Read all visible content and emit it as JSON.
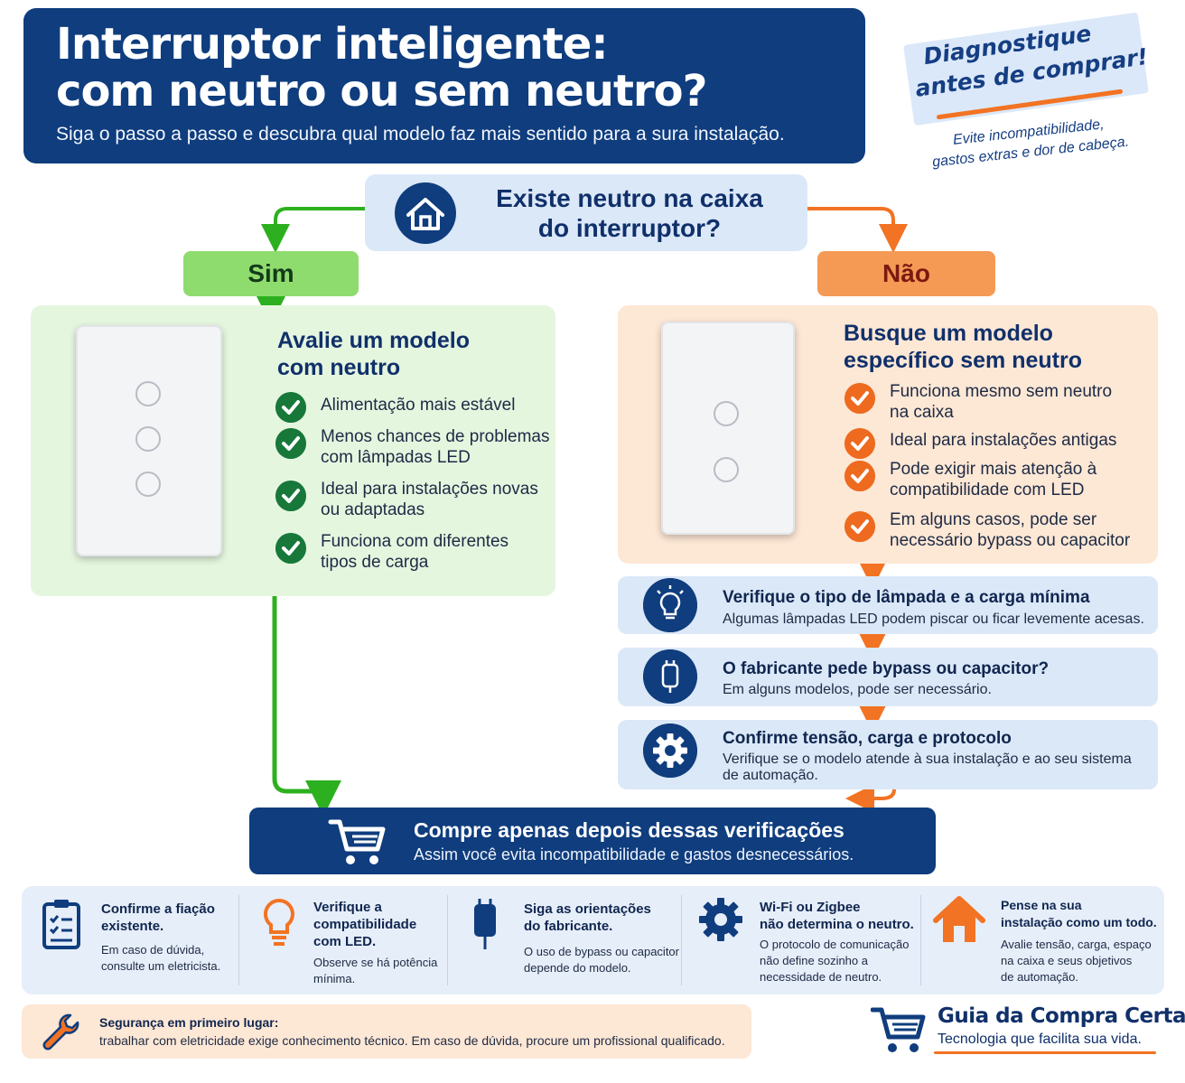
{
  "header": {
    "title_line1": "Interruptor inteligente:",
    "title_line2": "com neutro ou sem neutro?",
    "subtitle": "Siga o passo a passo e descubra qual modelo faz mais sentido para a sura instalação."
  },
  "callout": {
    "line1": "Diagnostique",
    "line2": "antes de comprar!",
    "note_line1": "Evite incompatibilidade,",
    "note_line2": "gastos extras e dor de cabeça."
  },
  "question": {
    "line1": "Existe neutro na caixa",
    "line2": "do interruptor?",
    "icon": "house-icon"
  },
  "branches": {
    "yes_label": "Sim",
    "no_label": "Não"
  },
  "with_neutral": {
    "title_line1": "Avalie um modelo",
    "title_line2": "com neutro",
    "items": [
      {
        "l1": "Alimentação mais estável",
        "l2": ""
      },
      {
        "l1": "Menos chances de problemas",
        "l2": "com lâmpadas LED"
      },
      {
        "l1": "Ideal para instalações novas",
        "l2": "ou adaptadas"
      },
      {
        "l1": "Funciona com diferentes",
        "l2": "tipos de carga"
      }
    ]
  },
  "without_neutral": {
    "title_line1": "Busque um modelo",
    "title_line2": "específico sem neutro",
    "items": [
      {
        "l1": "Funciona mesmo sem neutro",
        "l2": "na caixa"
      },
      {
        "l1": "Ideal para instalações antigas",
        "l2": ""
      },
      {
        "l1": "Pode exigir mais atenção à",
        "l2": "compatibilidade com LED"
      },
      {
        "l1": "Em alguns casos, pode ser",
        "l2": "necessário bypass ou capacitor"
      }
    ]
  },
  "steps": [
    {
      "title": "Verifique o tipo de lâmpada e a carga mínima",
      "desc": "Algumas lâmpadas LED podem piscar ou ficar levemente acesas.",
      "desc2": "",
      "icon": "lightbulb-icon"
    },
    {
      "title": "O fabricante pede bypass ou capacitor?",
      "desc": "Em alguns modelos, pode ser necessário.",
      "desc2": "",
      "icon": "capacitor-icon"
    },
    {
      "title": "Confirme tensão, carga e protocolo",
      "desc": "Verifique se o modelo atende à sua instalação e ao seu sistema",
      "desc2": "de automação.",
      "icon": "gear-icon"
    }
  ],
  "buy": {
    "title": "Compre apenas depois dessas verificações",
    "desc": "Assim você evita incompatibilidade e gastos desnecessários.",
    "icon": "cart-icon"
  },
  "tips": [
    {
      "t1": "Confirme a fiação",
      "t2": "existente.",
      "t3": "",
      "d1": "Em caso de dúvida,",
      "d2": "consulte um eletricista.",
      "d3": "",
      "icon": "clipboard-icon"
    },
    {
      "t1": "Verifique a",
      "t2": "compatibilidade",
      "t3": "com LED.",
      "d1": "Observe se há potência",
      "d2": "mínima.",
      "d3": "",
      "icon": "bulb-outline-icon"
    },
    {
      "t1": "Siga as orientações",
      "t2": "do fabricante.",
      "t3": "",
      "d1": "O uso de bypass ou capacitor",
      "d2": "depende do modelo.",
      "d3": "",
      "icon": "capacitor-icon"
    },
    {
      "t1": "Wi-Fi ou Zigbee",
      "t2": "não determina o neutro.",
      "t3": "",
      "d1": "O protocolo de comunicação",
      "d2": "não define sozinho a",
      "d3": "necessidade de neutro.",
      "icon": "gear-icon"
    },
    {
      "t1": "Pense na sua",
      "t2": "instalação como um todo.",
      "t3": "",
      "d1": "Avalie tensão, carga, espaço",
      "d2": "na caixa e seus objetivos",
      "d3": "de automação.",
      "icon": "house-icon"
    }
  ],
  "safety": {
    "title": "Segurança em primeiro lugar:",
    "desc": "trabalhar com eletricidade exige conhecimento técnico. Em caso de dúvida, procure um profissional qualificado.",
    "icon": "wrench-icon"
  },
  "brand": {
    "name": "Guia da Compra Certa",
    "slogan": "Tecnologia que facilita sua vida.",
    "icon": "cart-icon"
  },
  "colors": {
    "navy": "#0f3d7e",
    "green": "#2db01f",
    "orange": "#f27323",
    "light_blue": "#dbe8f8"
  }
}
